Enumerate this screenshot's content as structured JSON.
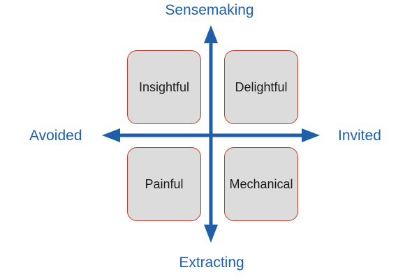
{
  "colors": {
    "accent": "#1f5fa8",
    "box_fill": "#dcdcdc",
    "box_border": "#c0392b",
    "text": "#1a1a1a"
  },
  "axes": {
    "top": "Sensemaking",
    "bottom": "Extracting",
    "left": "Avoided",
    "right": "Invited"
  },
  "quadrants": {
    "top_left": "Insightful",
    "top_right": "Delightful",
    "bottom_left": "Painful",
    "bottom_right": "Mechanical"
  }
}
